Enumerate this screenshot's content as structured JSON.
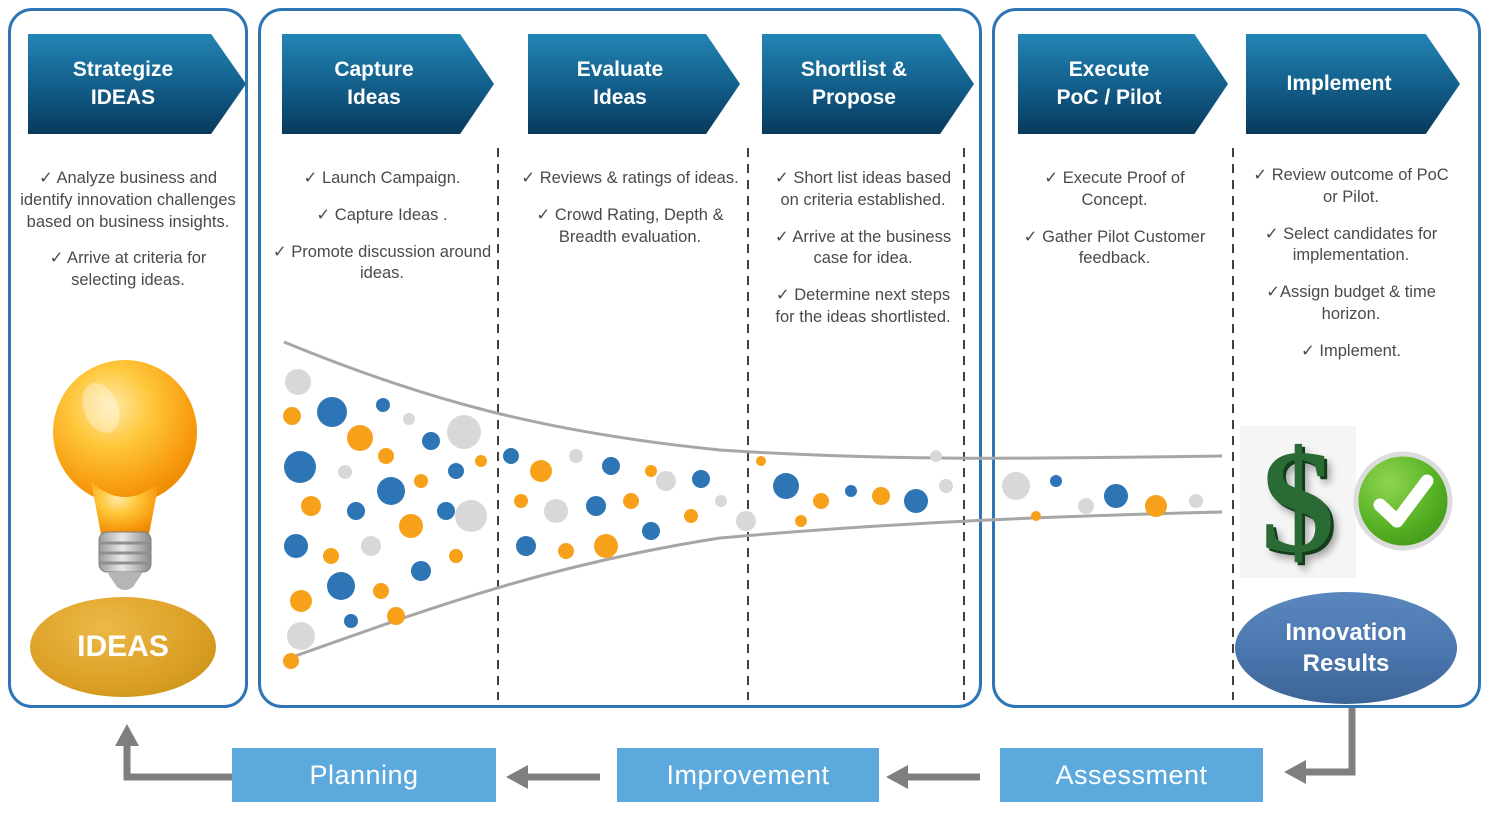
{
  "colors": {
    "panel_border": "#2E75B6",
    "arrow_top": "#2385B4",
    "arrow_bottom": "#083A5C",
    "dot_orange": "#F7A11A",
    "dot_blue": "#2E75B6",
    "dot_gray": "#D8D8D8",
    "funnel_line": "#A6A6A6",
    "ideas_fill": "#DDA127",
    "results_fill": "#4A76AE",
    "loop_fill": "#5CA9DE",
    "connector_gray": "#7F7F7F",
    "dollar_green": "#2A6B35",
    "check_green": "#55B023"
  },
  "stages": [
    {
      "lines": [
        "Strategize",
        "IDEAS"
      ],
      "bullets": [
        "✓ Analyze business and identify innovation challenges based on business insights.",
        "✓ Arrive at criteria for selecting ideas."
      ]
    },
    {
      "lines": [
        "Capture",
        "Ideas"
      ],
      "bullets": [
        "✓ Launch Campaign.",
        "✓ Capture Ideas .",
        "✓ Promote discussion around ideas."
      ]
    },
    {
      "lines": [
        "Evaluate",
        "Ideas"
      ],
      "bullets": [
        "✓ Reviews & ratings of ideas.",
        "✓ Crowd Rating, Depth & Breadth evaluation."
      ]
    },
    {
      "lines": [
        "Shortlist &",
        "Propose"
      ],
      "bullets": [
        "✓ Short list ideas based on criteria established.",
        "✓ Arrive at the business case for idea.",
        "✓ Determine next steps for the ideas shortlisted."
      ]
    },
    {
      "lines": [
        "Execute",
        "PoC / Pilot"
      ],
      "bullets": [
        "✓ Execute Proof of Concept.",
        "✓ Gather Pilot Customer feedback."
      ]
    },
    {
      "lines": [
        "Implement"
      ],
      "bullets": [
        "✓ Review outcome of PoC or Pilot.",
        "✓ Select candidates for implementation.",
        "✓Assign budget & time horizon.",
        "✓ Implement."
      ]
    }
  ],
  "badges": {
    "ideas_label": "IDEAS",
    "results_lines": [
      "Innovation",
      "Results"
    ],
    "dollar_glyph": "$"
  },
  "loop": {
    "planning": "Planning",
    "improvement": "Improvement",
    "assessment": "Assessment"
  },
  "funnel": {
    "dots": [
      [
        298,
        382,
        13,
        "g"
      ],
      [
        292,
        416,
        9,
        "o"
      ],
      [
        332,
        412,
        15,
        "b"
      ],
      [
        383,
        405,
        7,
        "b"
      ],
      [
        409,
        419,
        6,
        "g"
      ],
      [
        360,
        438,
        13,
        "o"
      ],
      [
        300,
        467,
        16,
        "b"
      ],
      [
        345,
        472,
        7,
        "g"
      ],
      [
        386,
        456,
        8,
        "o"
      ],
      [
        431,
        441,
        9,
        "b"
      ],
      [
        464,
        432,
        17,
        "g"
      ],
      [
        311,
        506,
        10,
        "o"
      ],
      [
        356,
        511,
        9,
        "b"
      ],
      [
        391,
        491,
        14,
        "b"
      ],
      [
        421,
        481,
        7,
        "o"
      ],
      [
        456,
        471,
        8,
        "b"
      ],
      [
        481,
        461,
        6,
        "o"
      ],
      [
        296,
        546,
        12,
        "b"
      ],
      [
        331,
        556,
        8,
        "o"
      ],
      [
        371,
        546,
        10,
        "g"
      ],
      [
        411,
        526,
        12,
        "o"
      ],
      [
        446,
        511,
        9,
        "b"
      ],
      [
        471,
        516,
        16,
        "g"
      ],
      [
        301,
        601,
        11,
        "o"
      ],
      [
        341,
        586,
        14,
        "b"
      ],
      [
        381,
        591,
        8,
        "o"
      ],
      [
        421,
        571,
        10,
        "b"
      ],
      [
        456,
        556,
        7,
        "o"
      ],
      [
        301,
        636,
        14,
        "g"
      ],
      [
        351,
        621,
        7,
        "b"
      ],
      [
        396,
        616,
        9,
        "o"
      ],
      [
        291,
        661,
        8,
        "o"
      ],
      [
        511,
        456,
        8,
        "b"
      ],
      [
        541,
        471,
        11,
        "o"
      ],
      [
        576,
        456,
        7,
        "g"
      ],
      [
        611,
        466,
        9,
        "b"
      ],
      [
        651,
        471,
        6,
        "o"
      ],
      [
        521,
        501,
        7,
        "o"
      ],
      [
        556,
        511,
        12,
        "g"
      ],
      [
        596,
        506,
        10,
        "b"
      ],
      [
        631,
        501,
        8,
        "o"
      ],
      [
        666,
        481,
        10,
        "g"
      ],
      [
        701,
        479,
        9,
        "b"
      ],
      [
        526,
        546,
        10,
        "b"
      ],
      [
        566,
        551,
        8,
        "o"
      ],
      [
        606,
        546,
        12,
        "o"
      ],
      [
        651,
        531,
        9,
        "b"
      ],
      [
        691,
        516,
        7,
        "o"
      ],
      [
        721,
        501,
        6,
        "g"
      ],
      [
        761,
        461,
        5,
        "o"
      ],
      [
        786,
        486,
        13,
        "b"
      ],
      [
        821,
        501,
        8,
        "o"
      ],
      [
        851,
        491,
        6,
        "b"
      ],
      [
        881,
        496,
        9,
        "o"
      ],
      [
        916,
        501,
        12,
        "b"
      ],
      [
        946,
        486,
        7,
        "g"
      ],
      [
        746,
        521,
        10,
        "g"
      ],
      [
        801,
        521,
        6,
        "o"
      ],
      [
        936,
        456,
        6,
        "g"
      ],
      [
        1016,
        486,
        14,
        "g"
      ],
      [
        1056,
        481,
        6,
        "b"
      ],
      [
        1086,
        506,
        8,
        "g"
      ],
      [
        1116,
        496,
        12,
        "b"
      ],
      [
        1156,
        506,
        11,
        "o"
      ],
      [
        1036,
        516,
        5,
        "o"
      ],
      [
        1196,
        501,
        7,
        "g"
      ]
    ]
  }
}
